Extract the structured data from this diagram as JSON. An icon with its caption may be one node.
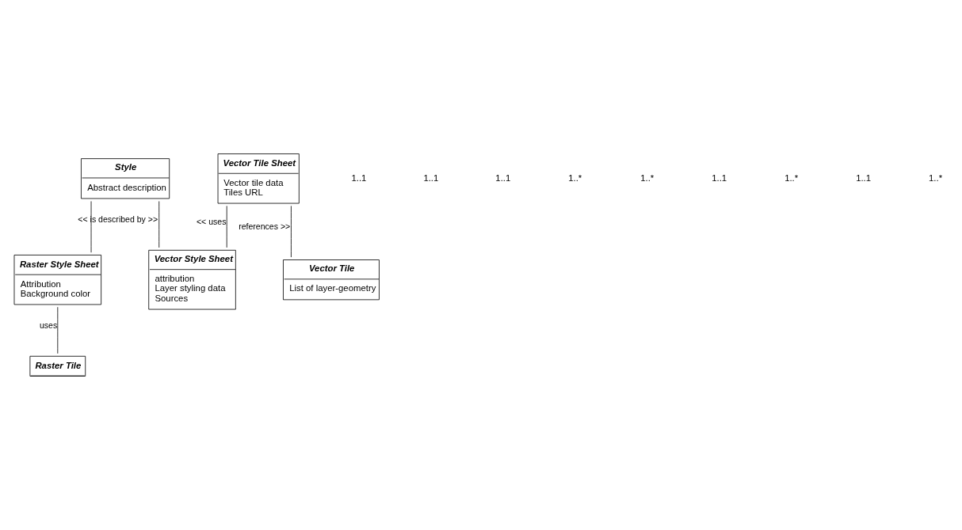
{
  "diagram": {
    "nodes": [
      {
        "text": [
          "Style",
          "Abstract description"
        ]
      },
      {
        "text": [
          "Vector Tile Sheet",
          "Vector tile data",
          "Tiles URL"
        ]
      },
      {
        "text": [
          "Vector Style Sheet",
          "attribution",
          "Layer styling data",
          "Sources"
        ]
      },
      {
        "text": [
          "Raster Style Sheet",
          "Attribution",
          "Background color"
        ]
      },
      {
        "text": [
          "Vector Tile",
          "List of layer-geometry"
        ]
      },
      {
        "text": [
          "Raster Tile"
        ]
      }
    ],
    "edges": [
      {
        "from": 0,
        "to": 2,
        "arrow": "none",
        "label": "<< is described by >>"
      },
      {
        "from": 0,
        "to": 3,
        "arrow": "none"
      },
      {
        "from": 1,
        "to": 2,
        "arrow": "none",
        "label": "<< uses"
      },
      {
        "from": 1,
        "to": 4,
        "arrow": "none",
        "label": "references >>"
      },
      {
        "from": 3,
        "to": 5,
        "arrow": "none",
        "label": "uses"
      }
    ],
    "labels": [
      "1..1",
      "1..1",
      "1..1",
      "1..*",
      "1..*",
      "1..1",
      "1..*",
      "1..1",
      "1..*"
    ]
  }
}
